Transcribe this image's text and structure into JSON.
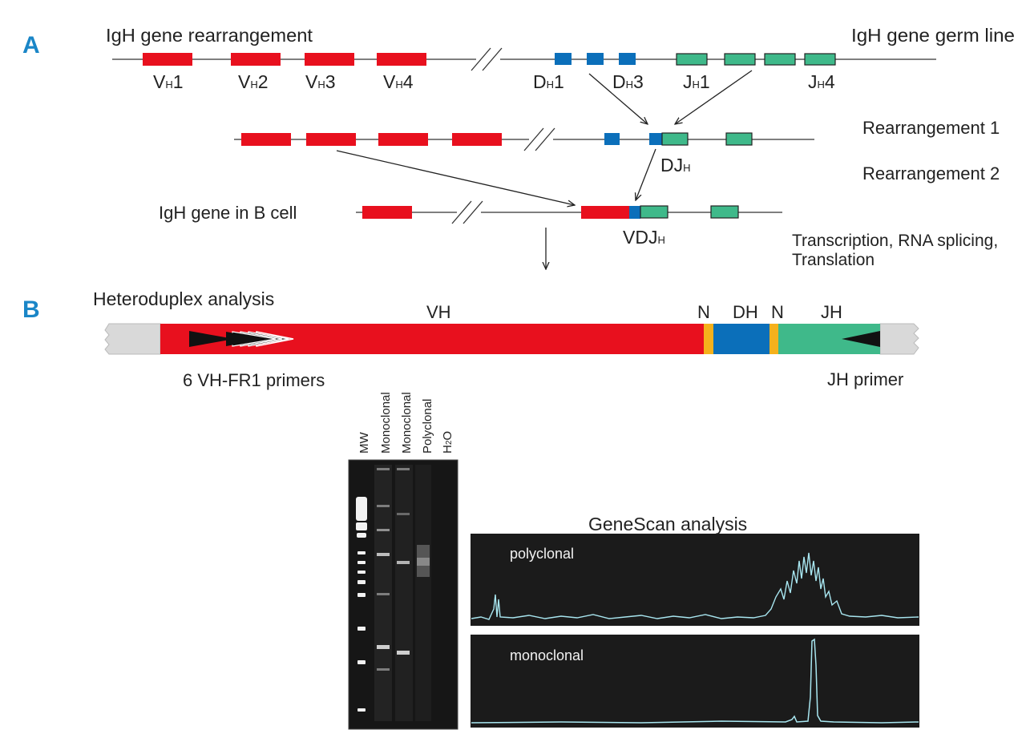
{
  "panel_a": {
    "letter": "A",
    "title_left": "IgH gene rearrangement",
    "title_right": "IgH gene germ line",
    "vh_labels": [
      {
        "main": "V",
        "sub": "H",
        "num": "1"
      },
      {
        "main": "V",
        "sub": "H",
        "num": "2"
      },
      {
        "main": "V",
        "sub": "H",
        "num": "3"
      },
      {
        "main": "V",
        "sub": "H",
        "num": "4"
      }
    ],
    "dh_labels": [
      {
        "main": "D",
        "sub": "H",
        "num": "1"
      },
      {
        "main": "D",
        "sub": "H",
        "num": "3"
      }
    ],
    "jh_labels": [
      {
        "main": "J",
        "sub": "H",
        "num": "1"
      },
      {
        "main": "J",
        "sub": "H",
        "num": "4"
      }
    ],
    "rearrangement_1": "Rearrangement 1",
    "rearrangement_2": "Rearrangement 2",
    "djh": {
      "main": "DJ",
      "sub": "H"
    },
    "bcell_label": "IgH gene in B cell",
    "vdjh": {
      "main": "VDJ",
      "sub": "H"
    },
    "transcription_line1": "Transcription, RNA splicing,",
    "transcription_line2": "Translation"
  },
  "panel_b": {
    "letter": "B",
    "title": "Heteroduplex analysis",
    "seg_vh": "VH",
    "seg_n1": "N",
    "seg_dh": "DH",
    "seg_n2": "N",
    "seg_jh": "JH",
    "primers_left": "6 VH-FR1 primers",
    "primer_right": "JH primer",
    "gel_lanes": [
      "MW",
      "Monoclonal",
      "Monoclonal",
      "Polyclonal",
      {
        "main": "H",
        "sub": "2",
        "tail": "O"
      }
    ],
    "genescan_title": "GeneScan analysis",
    "trace_top_label": "polyclonal",
    "trace_bottom_label": "monoclonal"
  },
  "colors": {
    "vh_red": "#e8101e",
    "dh_blue": "#0b6fba",
    "jh_green": "#3fb98a",
    "n_orange": "#f5b11c",
    "panel_letter": "#1a86c7",
    "trace": "#a8e6f0"
  }
}
